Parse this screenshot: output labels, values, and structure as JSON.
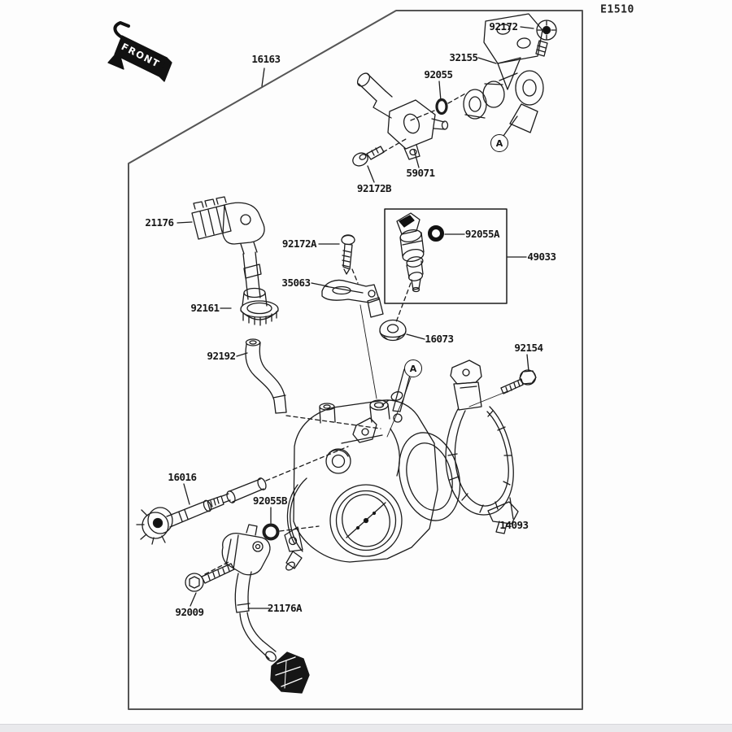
{
  "page": {
    "drawing_code": "E1510",
    "front_marker": "FRONT"
  },
  "ref_markers": [
    {
      "label": "A"
    },
    {
      "label": "A"
    }
  ],
  "parts": [
    {
      "label": "16163"
    },
    {
      "label": "92172"
    },
    {
      "label": "32155"
    },
    {
      "label": "92055"
    },
    {
      "label": "59071"
    },
    {
      "label": "92172B"
    },
    {
      "label": "21176"
    },
    {
      "label": "92172A"
    },
    {
      "label": "35063"
    },
    {
      "label": "92161"
    },
    {
      "label": "92192"
    },
    {
      "label": "92055A"
    },
    {
      "label": "49033"
    },
    {
      "label": "16073"
    },
    {
      "label": "92154"
    },
    {
      "label": "14093"
    },
    {
      "label": "16016"
    },
    {
      "label": "92055B"
    },
    {
      "label": "92009"
    },
    {
      "label": "21176A"
    }
  ]
}
